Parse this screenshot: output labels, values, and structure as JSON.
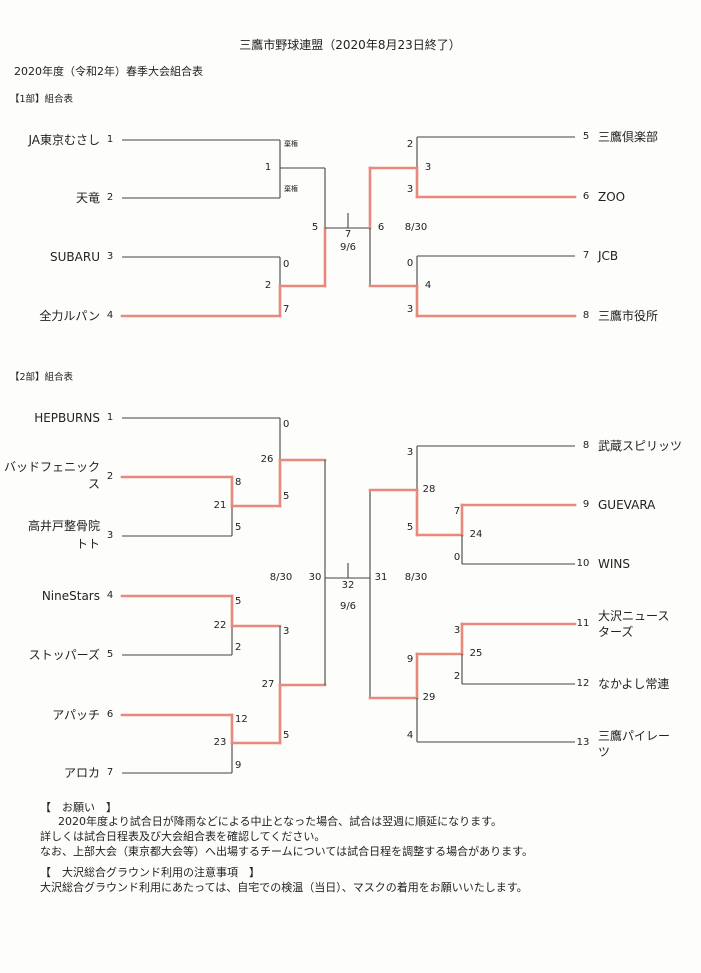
{
  "title": "三鷹市野球連盟（2020年8月23日終了）",
  "subtitle": "2020年度（令和2年）春季大会組合表",
  "colors": {
    "line": "#444444",
    "winner": "#e8897c"
  },
  "division1": {
    "heading": "【1部】組合表",
    "teams": [
      {
        "no": "1",
        "name": "JA東京むさし"
      },
      {
        "no": "2",
        "name": "天竜"
      },
      {
        "no": "3",
        "name": "SUBARU"
      },
      {
        "no": "4",
        "name": "全力ルパン"
      },
      {
        "no": "5",
        "name": "三鷹倶楽部"
      },
      {
        "no": "6",
        "name": "ZOO"
      },
      {
        "no": "7",
        "name": "JCB"
      },
      {
        "no": "8",
        "name": "三鷹市役所"
      }
    ],
    "matches": [
      {
        "no": "1",
        "top": "棄権",
        "bottom": "棄権"
      },
      {
        "no": "2",
        "top": "0",
        "bottom": "7"
      },
      {
        "no": "3",
        "top": "2",
        "bottom": "3"
      },
      {
        "no": "4",
        "top": "0",
        "bottom": "3"
      },
      {
        "no": "5"
      },
      {
        "no": "6",
        "date": "8/30"
      },
      {
        "no": "7",
        "date": "9/6"
      }
    ]
  },
  "division2": {
    "heading": "【2部】組合表",
    "teams": [
      {
        "no": "1",
        "name": "HEPBURNS"
      },
      {
        "no": "2",
        "name_line1": "バッドフェニック",
        "name_line2": "ス"
      },
      {
        "no": "3",
        "name_line1": "高井戸整骨院",
        "name_line2": "トト"
      },
      {
        "no": "4",
        "name": "NineStars"
      },
      {
        "no": "5",
        "name": "ストッパーズ"
      },
      {
        "no": "6",
        "name": "アパッチ"
      },
      {
        "no": "7",
        "name": "アロカ"
      },
      {
        "no": "8",
        "name": "武蔵スピリッツ"
      },
      {
        "no": "9",
        "name": "GUEVARA"
      },
      {
        "no": "10",
        "name": "WINS"
      },
      {
        "no": "11",
        "name_line1": "大沢ニュース",
        "name_line2": "ターズ"
      },
      {
        "no": "12",
        "name": "なかよし常連"
      },
      {
        "no": "13",
        "name_line1": "三鷹パイレー",
        "name_line2": "ツ"
      }
    ],
    "matches": [
      {
        "no": "21",
        "top": "8",
        "bottom": "5"
      },
      {
        "no": "22",
        "top": "5",
        "bottom": "2"
      },
      {
        "no": "23",
        "top": "12",
        "bottom": "9"
      },
      {
        "no": "24",
        "top": "7",
        "bottom": "0"
      },
      {
        "no": "25",
        "top": "3",
        "bottom": "2"
      },
      {
        "no": "26",
        "top": "0",
        "bottom": "5"
      },
      {
        "no": "27",
        "top": "3",
        "bottom": "5"
      },
      {
        "no": "28",
        "top": "3",
        "bottom": "5"
      },
      {
        "no": "29",
        "top": "9",
        "bottom": "4"
      },
      {
        "no": "30",
        "date": "8/30"
      },
      {
        "no": "31",
        "date": "8/30"
      },
      {
        "no": "32",
        "date": "9/6"
      }
    ]
  },
  "notes": {
    "request_heading": "【　お願い　】",
    "request_lines": [
      "2020年度より試合日が降雨などによる中止となった場合、試合は翌週に順延になります。",
      "詳しくは試合日程表及び大会組合表を確認してください。",
      "なお、上部大会（東京都大会等）へ出場するチームについては試合日程を調整する場合があります。"
    ],
    "ground_heading": "【　大沢総合グラウンド利用の注意事項　】",
    "ground_line": "大沢総合グラウンド利用にあたっては、自宅での検温（当日）、マスクの着用をお願いいたします。"
  }
}
